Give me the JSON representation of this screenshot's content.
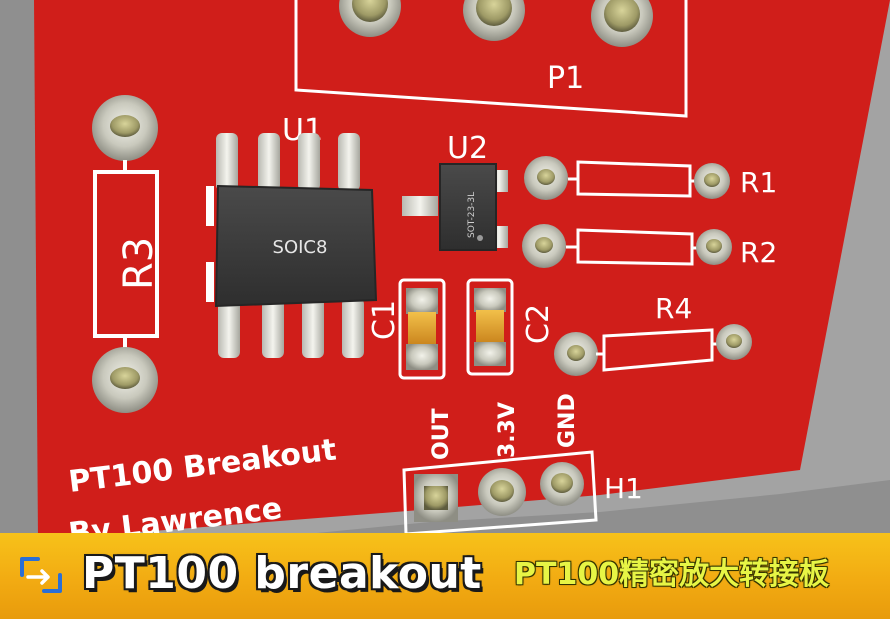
{
  "board": {
    "silkscreen": {
      "p1": "P1",
      "u1": "U1",
      "u2": "U2",
      "r1": "R1",
      "r2": "R2",
      "r3": "R3",
      "r4": "R4",
      "c1": "C1",
      "c2": "C2",
      "h1": "H1",
      "pin_out": "OUT",
      "pin_3v3": "3.3V",
      "pin_gnd": "GND",
      "title_line1": "PT100 Breakout",
      "title_line2": "By Lawrence"
    },
    "u1_package": "SOIC8",
    "u2_package": "SOT-23-3L",
    "colors": {
      "board": "#d01e1a",
      "silk": "#ffffff",
      "pad": "#c9c9bd",
      "chip": "#3c3c3c",
      "capacitor": "#e8a32a"
    }
  },
  "banner": {
    "title": "PT100 breakout",
    "subtitle": "PT100精密放大转接板",
    "icon": "expand-arrows-icon",
    "colors": {
      "background": "#f4b316",
      "title": "#ffffff",
      "subtitle": "#e7f545"
    }
  }
}
